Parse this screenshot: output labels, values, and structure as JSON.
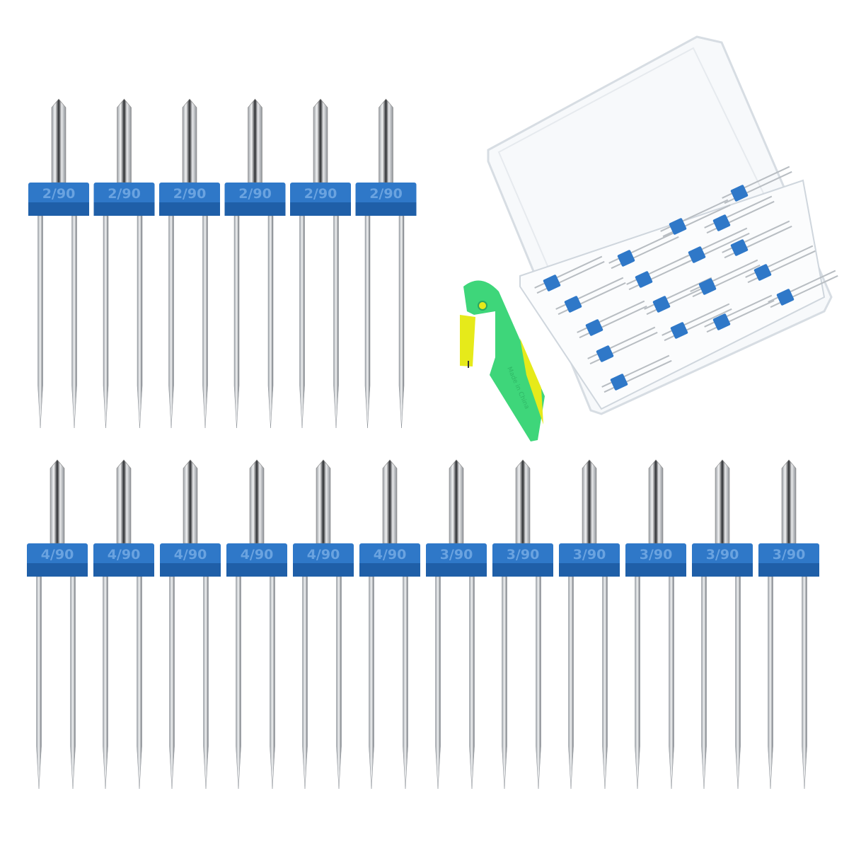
{
  "colors": {
    "background": "#ffffff",
    "needle_block": "#2f78c8",
    "needle_block_dark": "#1f5fa8",
    "label_text": "#6aa3e0",
    "steel": "#c9ccd0",
    "threader_green": "#3ed67a",
    "threader_yellow": "#e6ea1a"
  },
  "top_row": {
    "needles": [
      {
        "label": "2/90"
      },
      {
        "label": "2/90"
      },
      {
        "label": "2/90"
      },
      {
        "label": "2/90"
      },
      {
        "label": "2/90"
      },
      {
        "label": "2/90"
      }
    ]
  },
  "bottom_row": {
    "needles": [
      {
        "label": "4/90"
      },
      {
        "label": "4/90"
      },
      {
        "label": "4/90"
      },
      {
        "label": "4/90"
      },
      {
        "label": "4/90"
      },
      {
        "label": "4/90"
      },
      {
        "label": "3/90"
      },
      {
        "label": "3/90"
      },
      {
        "label": "3/90"
      },
      {
        "label": "3/90"
      },
      {
        "label": "3/90"
      },
      {
        "label": "3/90"
      }
    ]
  },
  "accessories": {
    "storage_box": "clear-plastic-case",
    "threader": "needle-threader-icon",
    "threader_embossing": "Made in China"
  }
}
